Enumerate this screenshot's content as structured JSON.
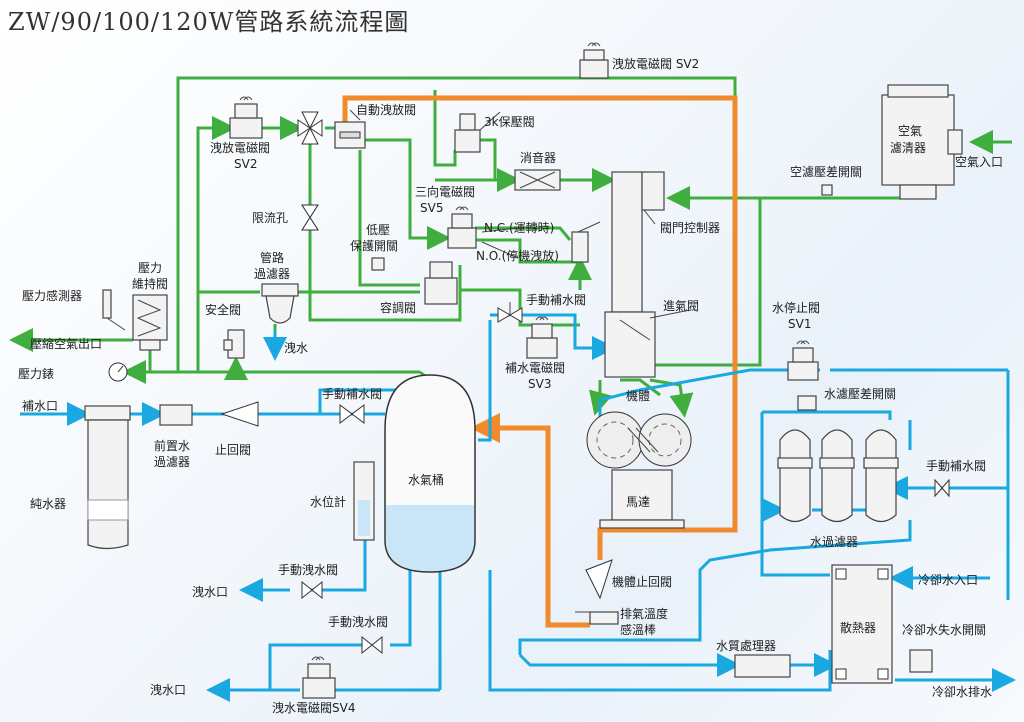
{
  "title": "ZW/90/100/120W管路系統流程圖",
  "labels": {
    "sv2_top": "洩放電磁閥 SV2",
    "auto_vent": "自動洩放閥",
    "k3_valve": "3k保壓閥",
    "sv2_left_1": "洩放電磁閥",
    "sv2_left_2": "SV2",
    "air_filter_1": "空氣",
    "air_filter_2": "濾清器",
    "air_inlet": "空氣入口",
    "air_dp_switch": "空濾壓差開關",
    "muffler": "消音器",
    "sv5_1": "三向電磁閥",
    "sv5_2": "SV5",
    "nc": "N.C.(運轉時)",
    "no": "N.O.(停機洩放)",
    "valve_ctrl": "閥門控制器",
    "orifice": "限流孔",
    "lp_switch_1": "低壓",
    "lp_switch_2": "保護開關",
    "line_filter_1": "管路",
    "line_filter_2": "過濾器",
    "pressure_hold_1": "壓力",
    "pressure_hold_2": "維持閥",
    "pressure_sensor": "壓力感測器",
    "air_outlet": "壓縮空氣出口",
    "safety_valve": "安全閥",
    "drain_small": "洩水",
    "regulator": "容調閥",
    "manual_fill_top": "手動補水閥",
    "intake_valve": "進氣閥",
    "water_stop_1": "水停止閥",
    "water_stop_2": "SV1",
    "gauge": "壓力錶",
    "fill_solenoid_1": "補水電磁閥",
    "fill_solenoid_2": "SV3",
    "airend": "機體",
    "water_dp_switch": "水濾壓差開關",
    "water_inlet": "補水口",
    "manual_fill_mid": "手動補水閥",
    "prefilter_1": "前置水",
    "prefilter_2": "過濾器",
    "check_valve": "止回閥",
    "purifier": "純水器",
    "tank": "水氣桶",
    "level_gauge": "水位計",
    "motor": "馬達",
    "manual_fill_right": "手動補水閥",
    "water_filter": "水過濾器",
    "manual_drain_1": "手動洩水閥",
    "drain_1": "洩水口",
    "airend_check": "機體止回閥",
    "temp_probe_1": "排氣溫度",
    "temp_probe_2": "感溫棒",
    "cooling_in": "冷卻水入口",
    "manual_drain_2": "手動洩水閥",
    "radiator": "散熱器",
    "cooling_loss": "冷卻水失水開關",
    "water_treat": "水質處理器",
    "drain_2": "洩水口",
    "sv4": "洩水電磁閥SV4",
    "cooling_out": "冷卻水排水"
  },
  "colors": {
    "air_line": "#3fae3f",
    "water_line": "#19a8e0",
    "hot_line": "#f08a2a"
  }
}
